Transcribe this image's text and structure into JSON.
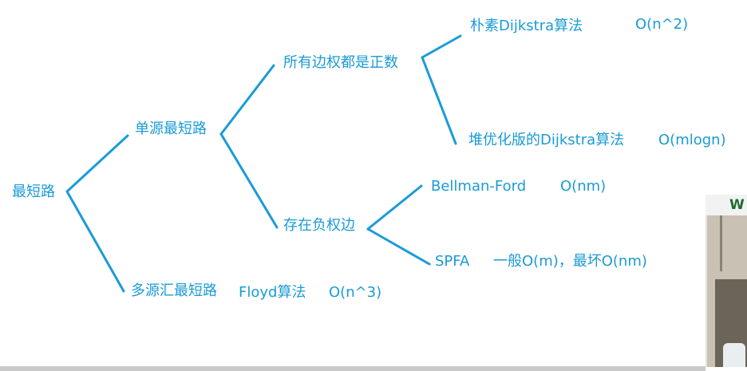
{
  "colors": {
    "accent": "#1a9bd6",
    "webcam_label": "#1d6b2e"
  },
  "tree": {
    "root": "最短路",
    "single_source": "单源最短路",
    "all_positive": "所有边权都是正数",
    "naive_dijkstra": "朴素Dijkstra算法",
    "naive_dijkstra_complexity": "O(n^2)",
    "heap_dijkstra": "堆优化版的Dijkstra算法",
    "heap_dijkstra_complexity": "O(mlogn)",
    "negative_edges": "存在负权边",
    "bellman_ford": "Bellman-Ford",
    "bellman_ford_complexity": "O(nm)",
    "spfa": "SPFA",
    "spfa_complexity": "一般O(m)，最坏O(nm)",
    "multi_source": "多源汇最短路",
    "floyd": "Floyd算法",
    "floyd_complexity": "O(n^3)"
  },
  "webcam": {
    "label": "W",
    "icon": "webcam-video-feed"
  }
}
